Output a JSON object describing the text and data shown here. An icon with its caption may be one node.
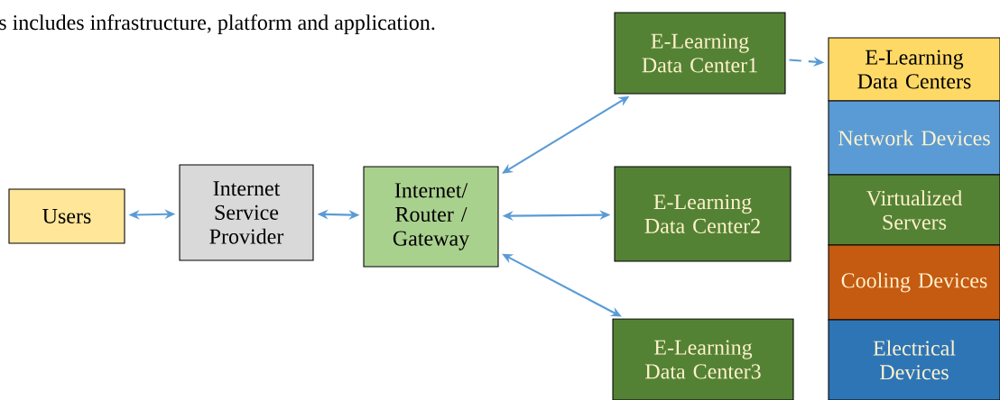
{
  "diagram": {
    "nodes": [
      {
        "text": [
          "Users"
        ]
      },
      {
        "text": [
          "Internet Service Provider"
        ]
      },
      {
        "text": [
          "Internet/ Router / Gateway"
        ]
      },
      {
        "text": [
          "E-Learning Data Center1"
        ]
      },
      {
        "text": [
          "E-Learning Data Center2"
        ]
      },
      {
        "text": [
          "E-Learning Data Center3"
        ]
      },
      {
        "text": [
          "E-Learning Data Centers"
        ]
      },
      {
        "text": [
          "Network Devices"
        ]
      },
      {
        "text": [
          "Virtualized Servers"
        ]
      },
      {
        "text": [
          "Cooling Devices"
        ]
      },
      {
        "text": [
          "Electrical Devices"
        ]
      }
    ],
    "edges": [
      {
        "from": 0,
        "to": 1,
        "arrow": "both"
      },
      {
        "from": 1,
        "to": 2,
        "arrow": "both"
      },
      {
        "from": 2,
        "to": 3,
        "arrow": "both"
      },
      {
        "from": 2,
        "to": 4,
        "arrow": "both"
      },
      {
        "from": 2,
        "to": 5,
        "arrow": "both"
      },
      {
        "from": 3,
        "to": 6,
        "arrow": "to",
        "style": "dashed"
      }
    ],
    "labels": [
      "s includes infrastructure, platform and application."
    ]
  }
}
